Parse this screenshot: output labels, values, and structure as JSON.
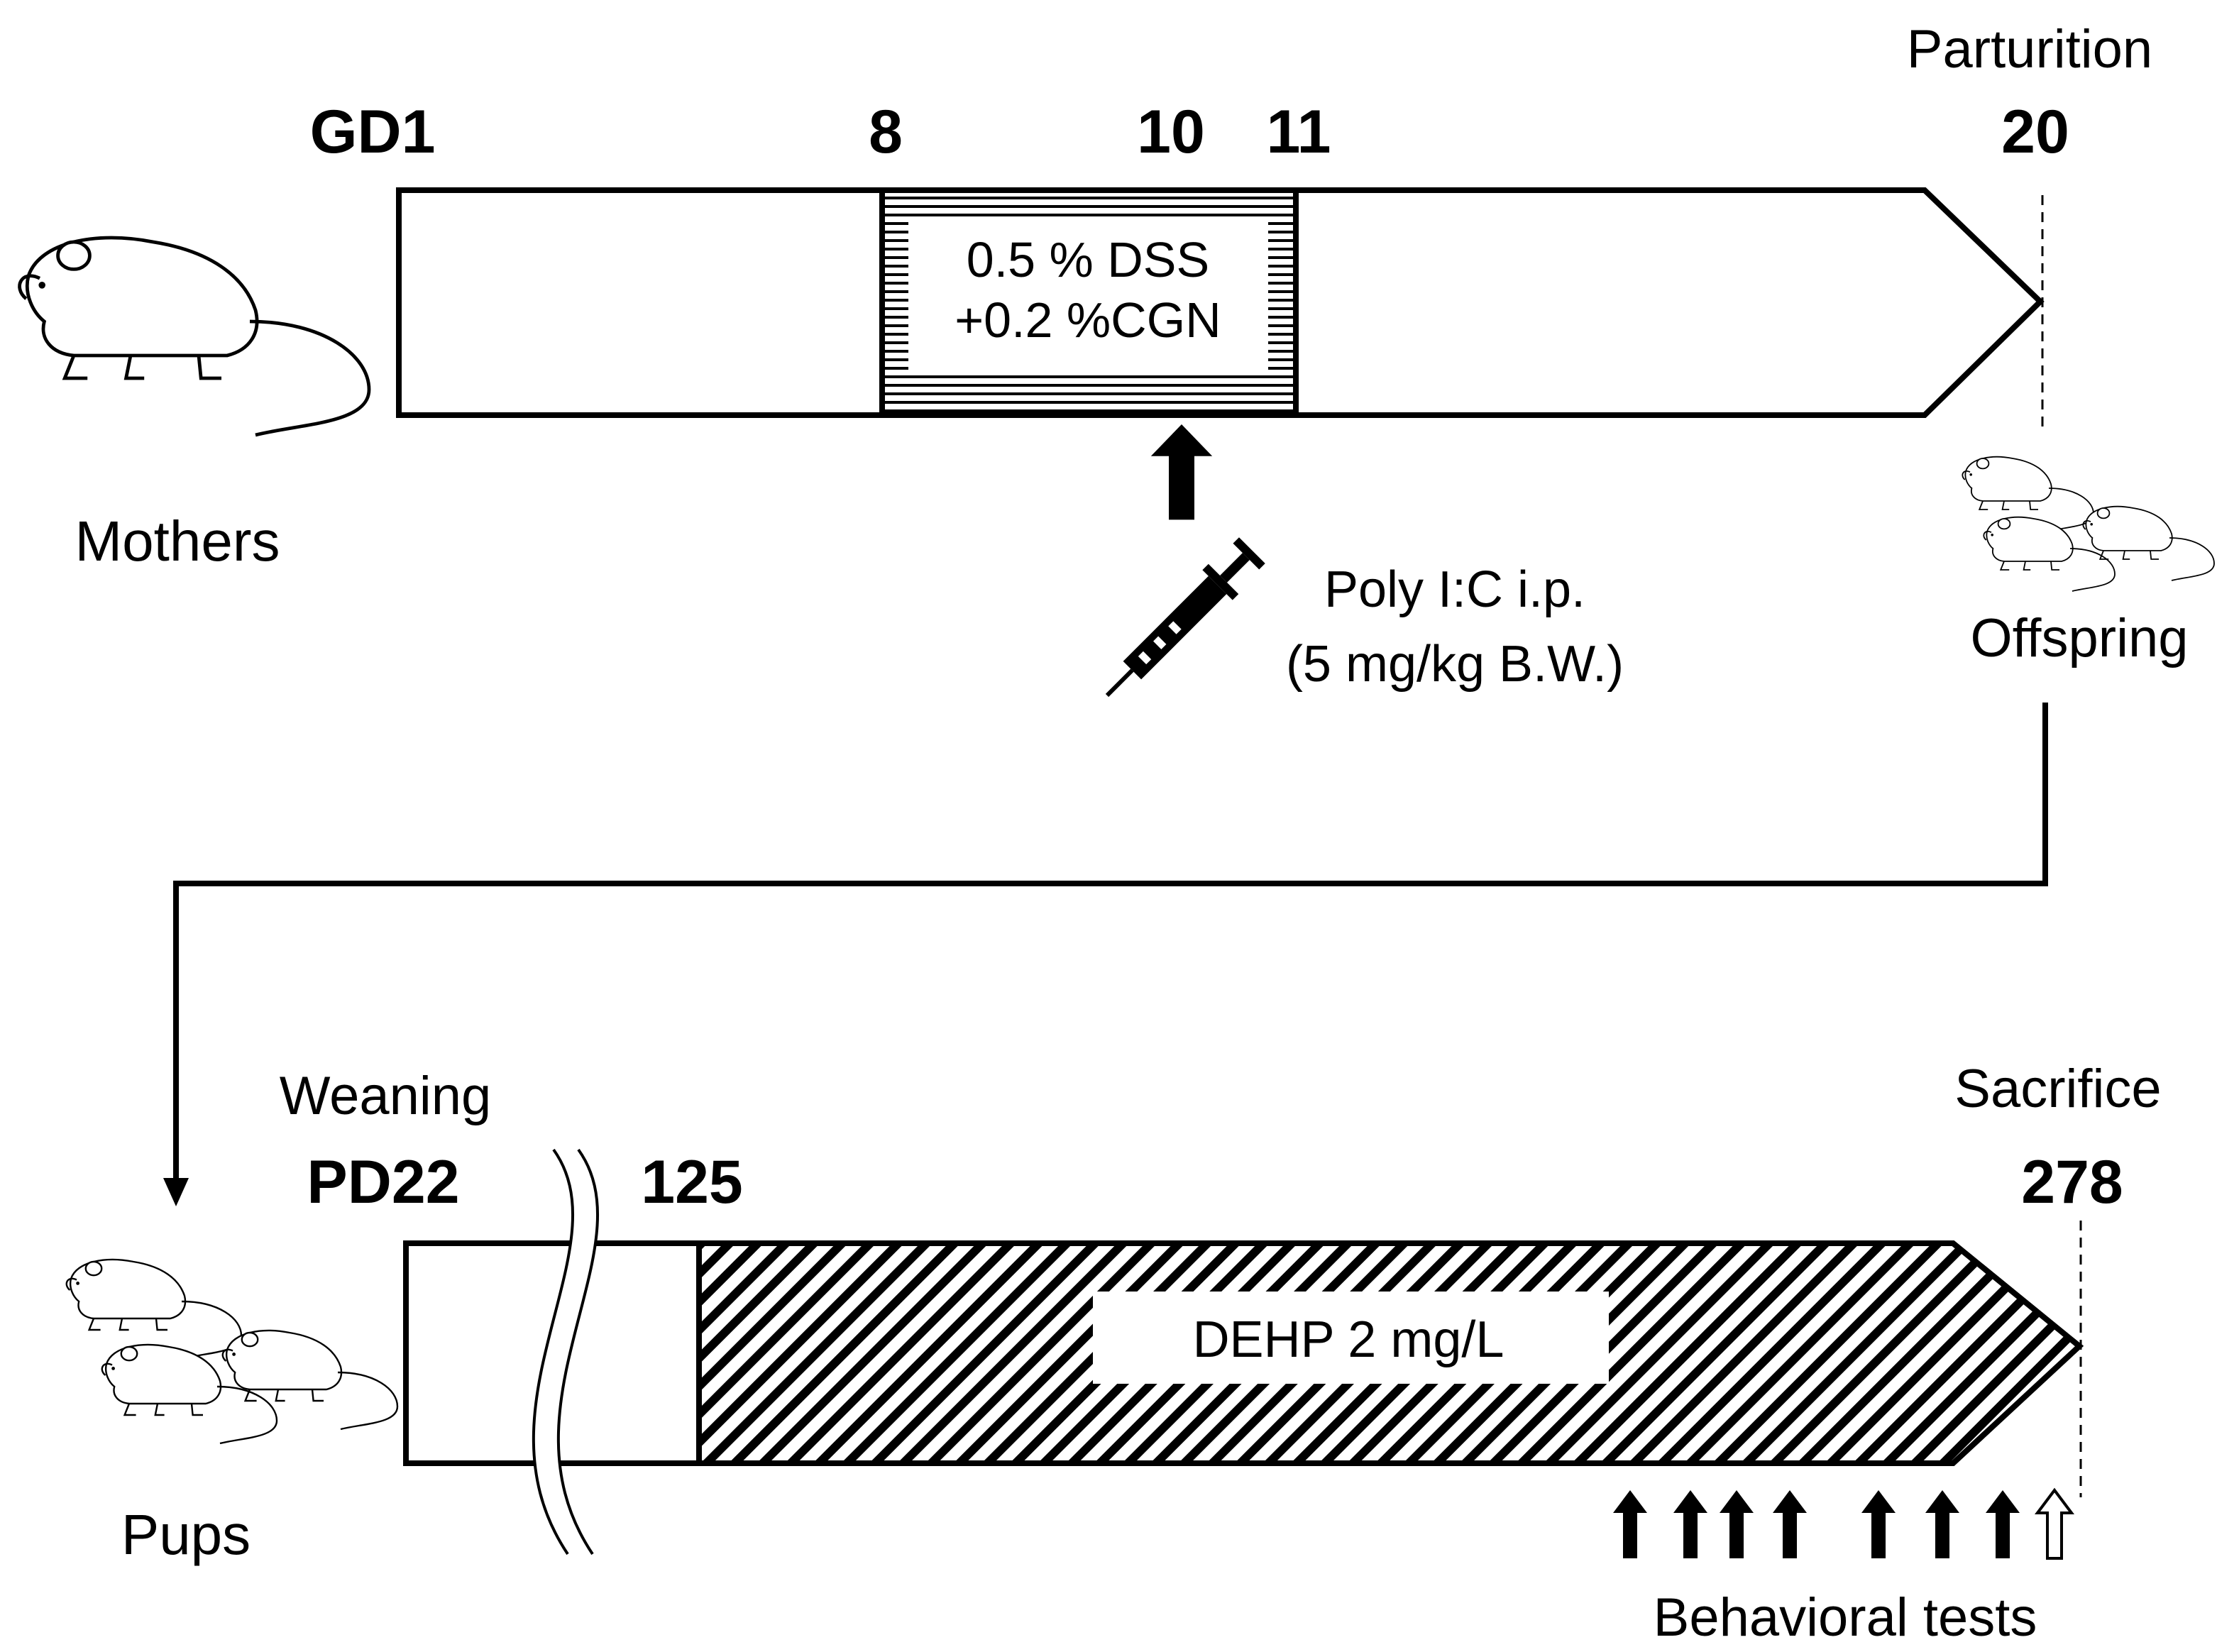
{
  "mothers_timeline": {
    "start_label": "GD1",
    "tick_labels": [
      "8",
      "10",
      "11"
    ],
    "end_label": "20",
    "end_event": "Parturition",
    "treatment_line1": "0.5 % DSS",
    "treatment_line2": "+0.2 %CGN",
    "injection_line1": "Poly I:C i.p.",
    "injection_line2": "(5 mg/kg B.W.)",
    "subject_label": "Mothers",
    "offspring_label": "Offspring"
  },
  "pups_timeline": {
    "start_event": "Weaning",
    "start_label": "PD22",
    "tick_label": "125",
    "end_label": "278",
    "end_event": "Sacrifice",
    "treatment_label": "DEHP 2 mg/L",
    "subject_label": "Pups",
    "tests_label": "Behavioral tests"
  },
  "icons": {
    "mouse": "mouse-icon",
    "mice_group": "mice-group-icon",
    "syringe": "syringe-icon",
    "arrow": "up-arrow-icon"
  }
}
